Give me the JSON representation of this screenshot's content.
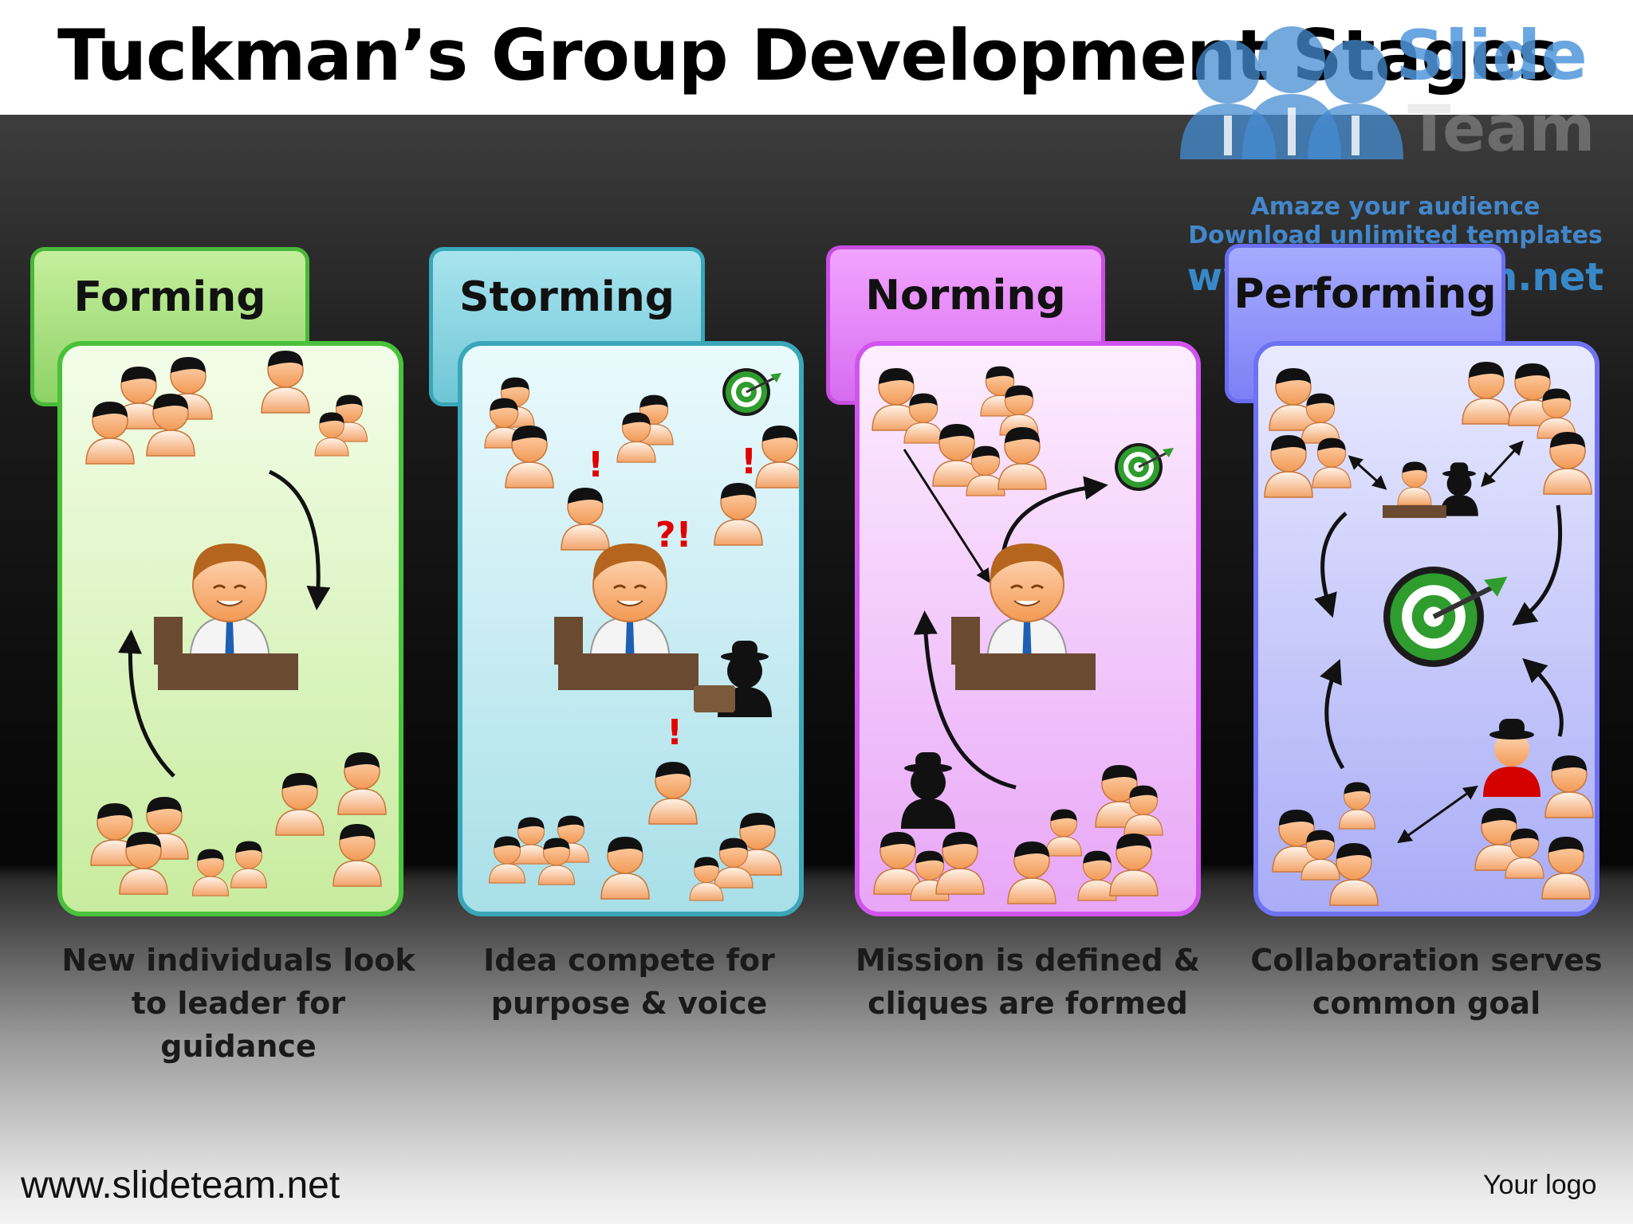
{
  "title": "Tuckman’s Group Development Stages",
  "watermark": {
    "brand_top": "Slide",
    "brand_bottom": "Team",
    "line1": "Amaze your audience",
    "line2": "Download unlimited templates",
    "line3": "www.slideteam.net"
  },
  "stages": [
    {
      "label": "Forming",
      "caption_line1": "New individuals look",
      "caption_line2": "to leader for guidance",
      "color": "#4cbf3c"
    },
    {
      "label": "Storming",
      "caption_line1": "Idea compete for",
      "caption_line2": "purpose & voice",
      "color": "#3aa7b8"
    },
    {
      "label": "Norming",
      "caption_line1": "Mission is defined &",
      "caption_line2": "cliques are formed",
      "color": "#c84fe0"
    },
    {
      "label": "Performing",
      "caption_line1": "Collaboration serves",
      "caption_line2": "common goal",
      "color": "#6a6ef0"
    }
  ],
  "markers": {
    "exclaim": "!",
    "question_exclaim": "?!"
  },
  "footer": {
    "url": "www.slideteam.net",
    "logo": "Your logo"
  }
}
